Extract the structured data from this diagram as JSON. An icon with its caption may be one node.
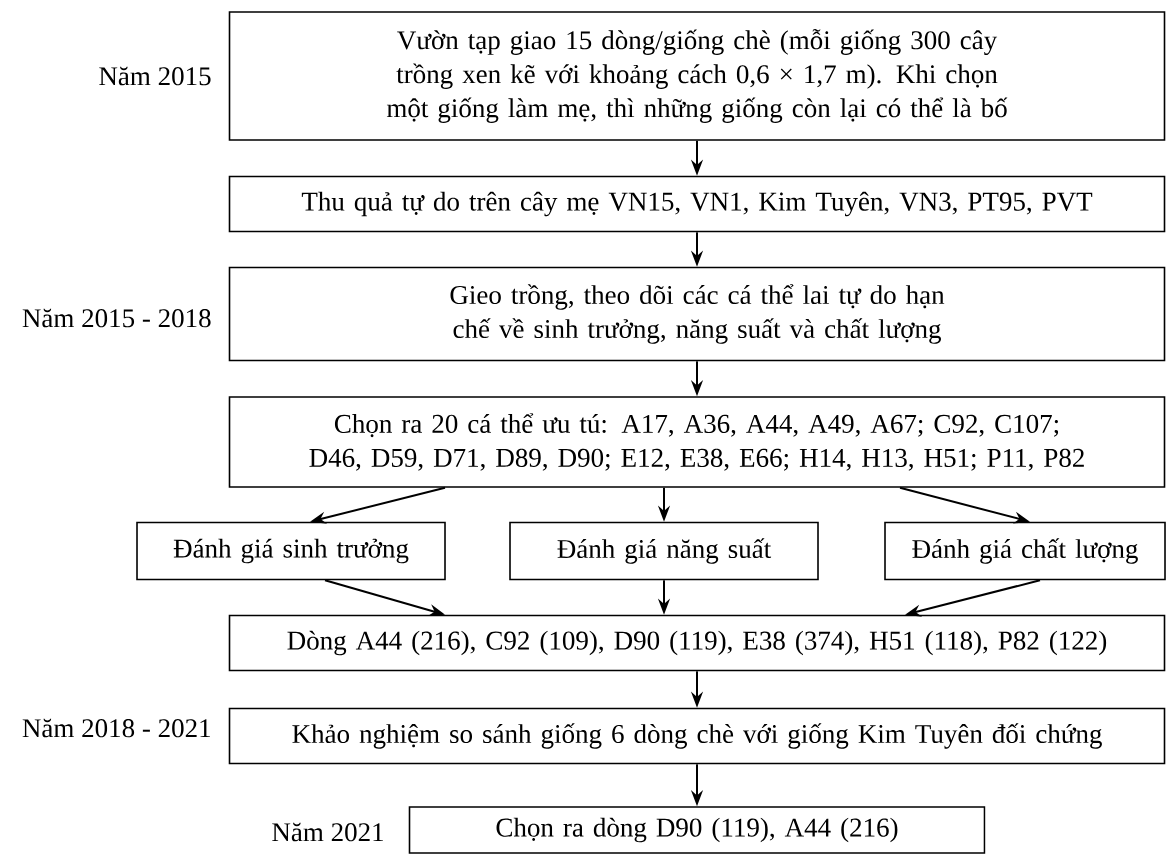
{
  "diagram": {
    "nodes": [
      {
        "text": [
          "Vườn tạp giao 15 dòng/giống chè (mỗi giống 300 cây trồng xen kẽ với khoảng cách 0,6 × 1,7 m). Khi chọn một giống làm mẹ, thì những giống còn lại có thể là bố"
        ],
        "beside": [
          "Năm 2015"
        ]
      },
      {
        "text": [
          "Thu quả tự do trên cây mẹ VN15, VN1, Kim Tuyên, VN3, PT95, PVT"
        ]
      },
      {
        "text": [
          "Gieo trồng, theo dõi các cá thể lai tự do hạn chế về sinh trưởng, năng suất và chất lượng"
        ],
        "beside": [
          "Năm 2015 - 2018"
        ]
      },
      {
        "text": [
          "Chọn ra 20 cá thể ưu tú: A17, A36, A44, A49, A67; C92, C107; D46, D59, D71, D89, D90; E12, E38, E66; H14, H13, H51; P11, P82"
        ]
      },
      {
        "text": [
          "Đánh giá sinh trưởng"
        ]
      },
      {
        "text": [
          "Đánh giá năng suất"
        ]
      },
      {
        "text": [
          "Đánh giá chất lượng"
        ]
      },
      {
        "text": [
          "Dòng A44 (216), C92 (109), D90 (119), E38 (374), H51 (118), P82 (122)"
        ]
      },
      {
        "text": [
          "Khảo nghiệm so sánh giống 6 dòng chè với giống Kim Tuyên đối chứng"
        ],
        "beside": [
          "Năm 2018 - 2021"
        ]
      },
      {
        "text": [
          "Chọn ra dòng D90 (119), A44 (216)"
        ],
        "beside": [
          "Năm 2021"
        ]
      }
    ],
    "edges": [
      {
        "from": 0,
        "to": 1,
        "arrow": "to"
      },
      {
        "from": 1,
        "to": 2,
        "arrow": "to"
      },
      {
        "from": 2,
        "to": 3,
        "arrow": "to"
      },
      {
        "from": 3,
        "to": 4,
        "arrow": "to"
      },
      {
        "from": 3,
        "to": 5,
        "arrow": "to"
      },
      {
        "from": 3,
        "to": 6,
        "arrow": "to"
      },
      {
        "from": 4,
        "to": 7,
        "arrow": "to"
      },
      {
        "from": 5,
        "to": 7,
        "arrow": "to"
      },
      {
        "from": 6,
        "to": 7,
        "arrow": "to"
      },
      {
        "from": 7,
        "to": 8,
        "arrow": "to"
      },
      {
        "from": 8,
        "to": 9,
        "arrow": "to"
      }
    ]
  }
}
